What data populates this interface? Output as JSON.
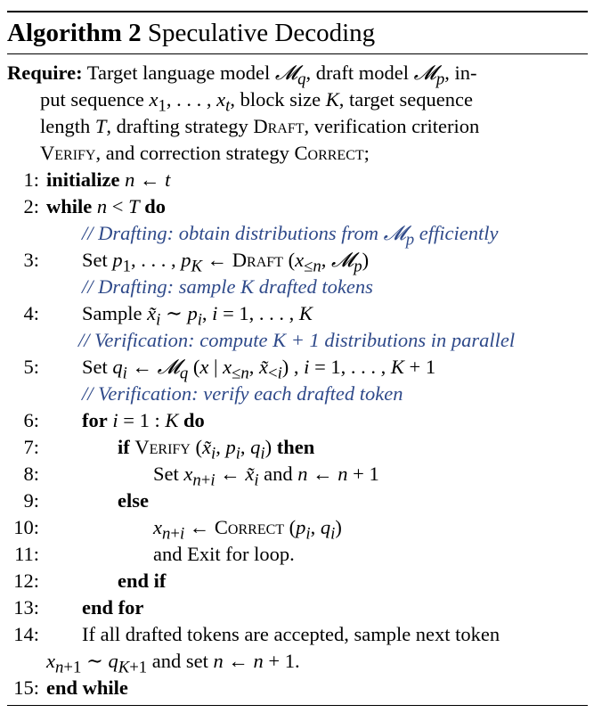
{
  "algorithm": {
    "label": "Algorithm 2",
    "title": "Speculative Decoding"
  },
  "require": {
    "keyword": "Require:",
    "lines": [
      "Target language model 𝓜q, draft model 𝓜p, in-",
      "put sequence x1, . . . , xt, block size K, target sequence",
      "length T, drafting strategy DRAFT, verification criterion",
      "VERIFY, and correction strategy CORRECT;"
    ]
  },
  "lines": [
    {
      "no": "1:",
      "text": "initialize n ← t",
      "indent": 1
    },
    {
      "no": "2:",
      "text": "while n < T do",
      "indent": 1
    },
    {
      "no": "",
      "text": "// Drafting: obtain distributions from 𝓜p efficiently",
      "indent": 2,
      "comment": true
    },
    {
      "no": "3:",
      "text": "Set p1, . . . , pK ← DRAFT (x≤n, 𝓜p)",
      "indent": 2
    },
    {
      "no": "",
      "text": "// Drafting: sample K drafted tokens",
      "indent": 2,
      "comment": true
    },
    {
      "no": "4:",
      "text": "Sample x̃i ∼ pi, i = 1, . . . , K",
      "indent": 2
    },
    {
      "no": "",
      "text": "// Verification: compute K + 1 distributions in parallel",
      "indent": 2,
      "comment": true
    },
    {
      "no": "5:",
      "text": "Set qi ← 𝓜q (x | x≤n, x̃<i) , i = 1, . . . , K + 1",
      "indent": 2
    },
    {
      "no": "",
      "text": "// Verification: verify each drafted token",
      "indent": 2,
      "comment": true
    },
    {
      "no": "6:",
      "text": "for i = 1 : K do",
      "indent": 2
    },
    {
      "no": "7:",
      "text": "if VERIFY (x̃i, pi, qi) then",
      "indent": 3
    },
    {
      "no": "8:",
      "text": "Set xn+i ← x̃i and n ← n + 1",
      "indent": 4
    },
    {
      "no": "9:",
      "text": "else",
      "indent": 3
    },
    {
      "no": "10:",
      "text": "xn+i ← CORRECT (pi, qi)",
      "indent": 4
    },
    {
      "no": "11:",
      "text": "and Exit for loop.",
      "indent": 4
    },
    {
      "no": "12:",
      "text": "end if",
      "indent": 3
    },
    {
      "no": "13:",
      "text": "end for",
      "indent": 2
    },
    {
      "no": "14:",
      "text": "If all drafted tokens are accepted, sample next token",
      "indent": 2
    },
    {
      "no": "",
      "text": "xn+1 ∼ qK+1 and set n ← n + 1.",
      "indent": 1
    },
    {
      "no": "15:",
      "text": "end while",
      "indent": 1
    }
  ]
}
